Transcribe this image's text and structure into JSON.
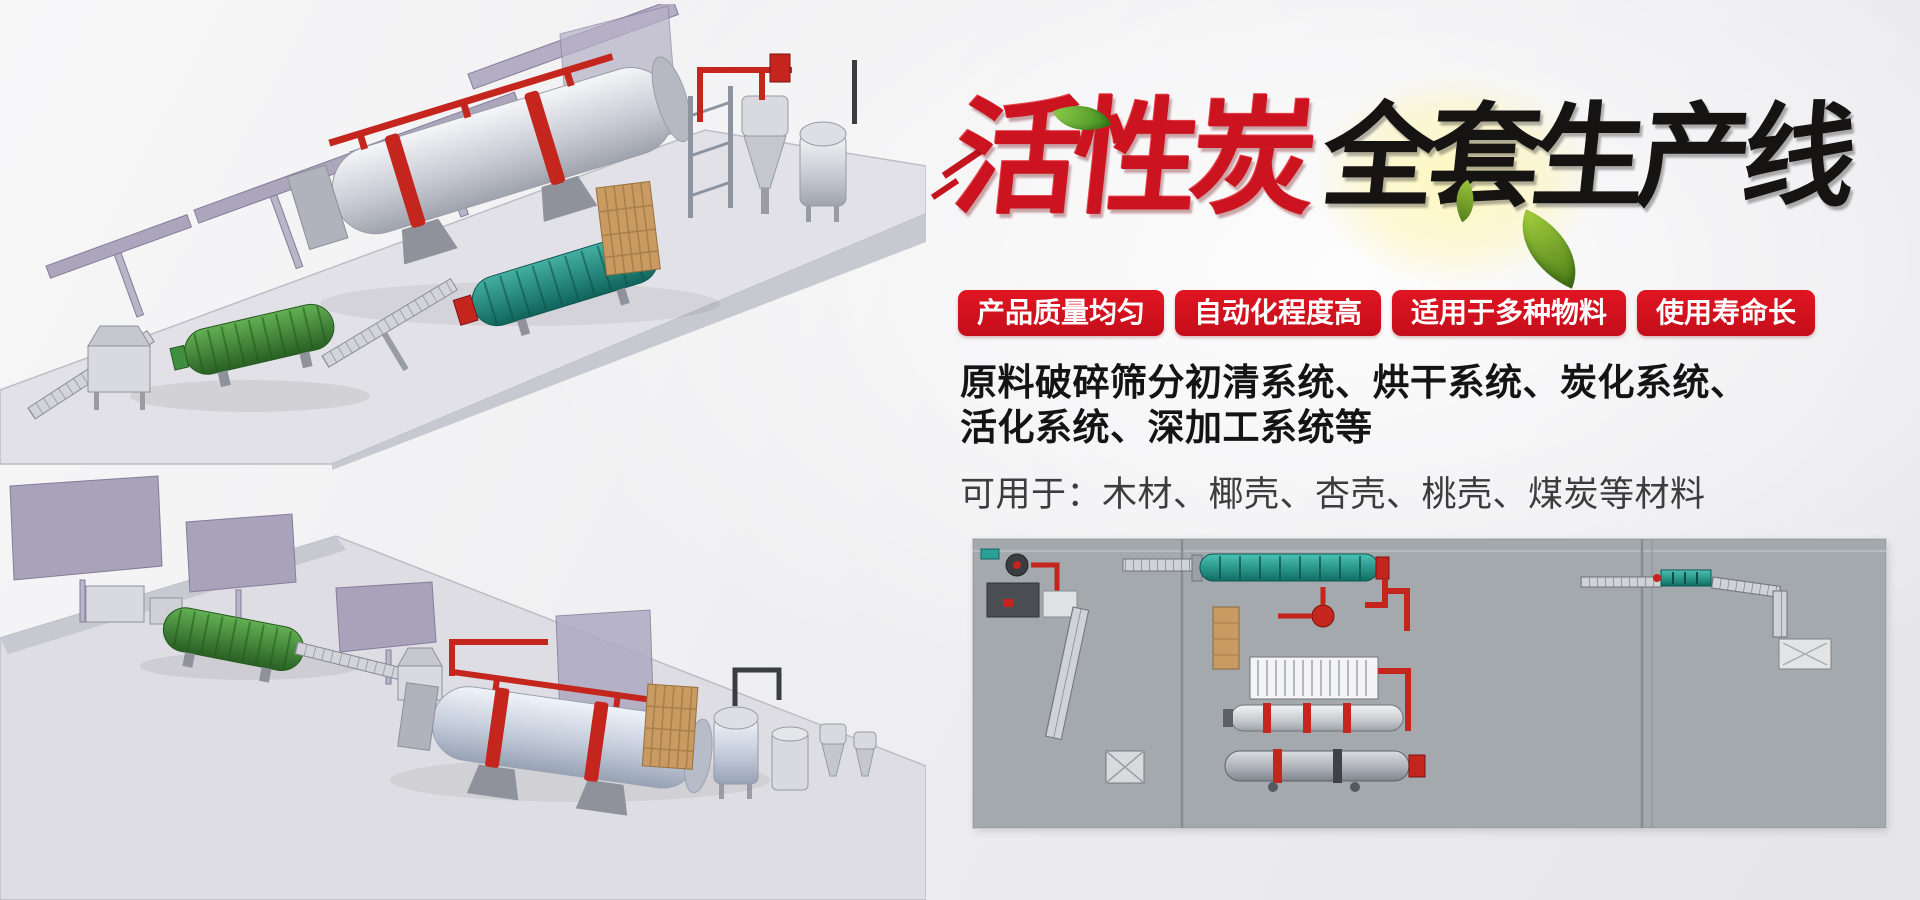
{
  "banner": {
    "title": {
      "red": "活性炭",
      "black": "全套生产线"
    },
    "badges": [
      {
        "label": "产品质量均匀"
      },
      {
        "label": "自动化程度高"
      },
      {
        "label": "适用于多种物料"
      },
      {
        "label": "使用寿命长"
      }
    ],
    "description": {
      "line1": "原料破碎筛分初清系统、烘干系统、炭化系统、",
      "line2": "活化系统、深加工系统等",
      "line3": "可用于：木材、椰壳、杏壳、桃壳、煤炭等材料"
    }
  },
  "colors": {
    "title_red": "#cc1420",
    "title_black": "#151413",
    "badge_red": "#d8121d",
    "leaf_green": "#5fae2a",
    "pipe_red": "#c4261d",
    "drum_teal": "#2fa39a",
    "drum_green": "#3f8f3f",
    "wall_purple": "#a8a3ba",
    "panel_gray": "#a4a9ae",
    "brick_tan": "#c99a62"
  },
  "icons": {
    "leaf_icon": "leaf",
    "speed_lines_icon": "speed-lines"
  }
}
